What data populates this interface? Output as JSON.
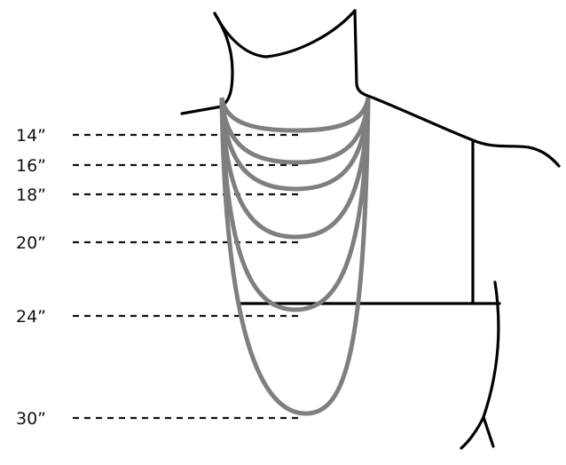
{
  "lengths": [
    {
      "label": "14”",
      "inches": 14
    },
    {
      "label": "16”",
      "inches": 16
    },
    {
      "label": "18”",
      "inches": 18
    },
    {
      "label": "20”",
      "inches": 20
    },
    {
      "label": "24”",
      "inches": 24
    },
    {
      "label": "30”",
      "inches": 30
    }
  ],
  "colors": {
    "necklace": "#7f7f7f",
    "body": "#000000",
    "guide": "#111111"
  }
}
